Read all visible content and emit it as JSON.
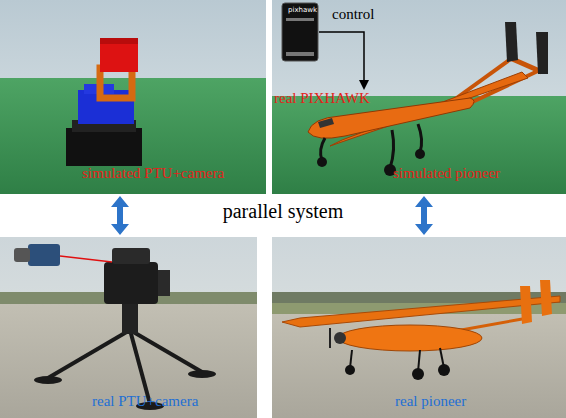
{
  "diagram": {
    "nodes": [
      {
        "text": [
          "simulated PTU+camera"
        ]
      },
      {
        "text": [
          "simulated pioneer"
        ]
      },
      {
        "text": [
          "real PTU+camera"
        ]
      },
      {
        "text": [
          "real pioneer"
        ]
      }
    ],
    "edges": [
      {
        "from": 0,
        "to": 2,
        "arrow": "both"
      },
      {
        "from": 1,
        "to": 3,
        "arrow": "both"
      }
    ],
    "labels": [
      "control",
      "real PIXHAWK",
      "parallel system",
      "pixhawk"
    ]
  }
}
